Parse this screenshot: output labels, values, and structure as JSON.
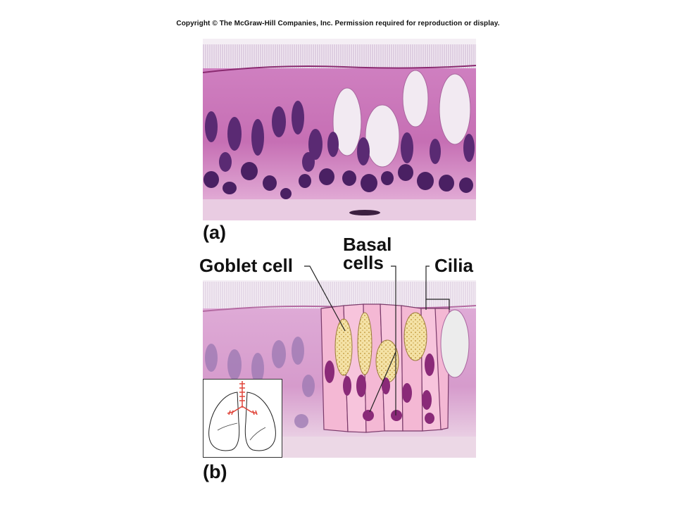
{
  "copyright": "Copyright © The McGraw-Hill Companies, Inc. Permission required for reproduction or display.",
  "panels": {
    "a": {
      "label": "(a)"
    },
    "b": {
      "label": "(b)"
    }
  },
  "labels": {
    "goblet": "Goblet cell",
    "basal_line1": "Basal",
    "basal_line2": "cells",
    "cilia": "Cilia"
  },
  "colors": {
    "tissue_pink": "#d98fc6",
    "cilia_light": "#e8dcec",
    "nucleus": "#5a2a73",
    "goblet_mucus": "#f2eaf2",
    "drawing_pink": "#f4b8d4",
    "drawing_yellow": "#f0d98a",
    "lung_red": "#e0453a"
  }
}
